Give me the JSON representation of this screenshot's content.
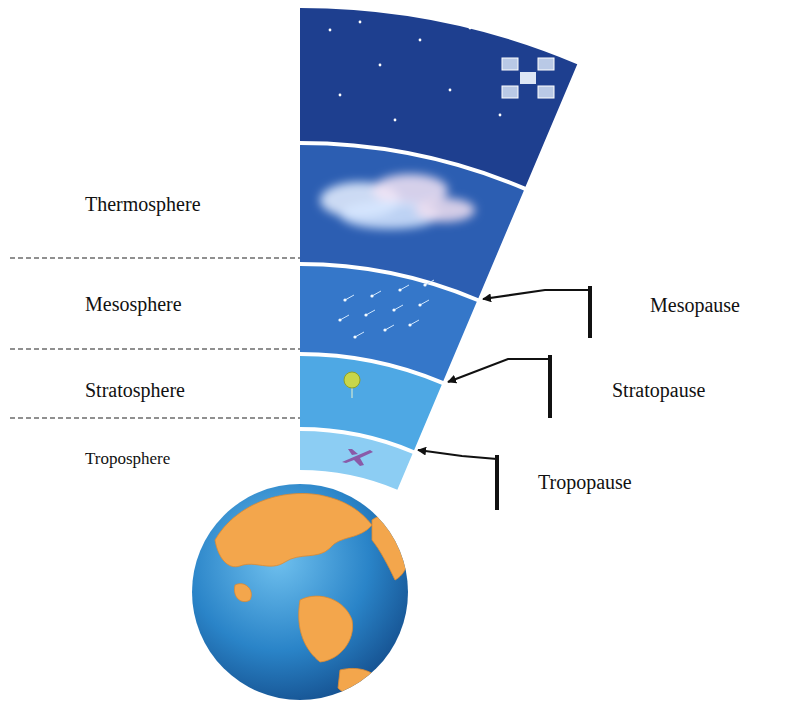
{
  "diagram": {
    "labels": [
      "Thermosphere",
      "Mesosphere",
      "Mesopause",
      "Stratosphere",
      "Stratopause",
      "Troposphere",
      "Tropopause"
    ]
  }
}
